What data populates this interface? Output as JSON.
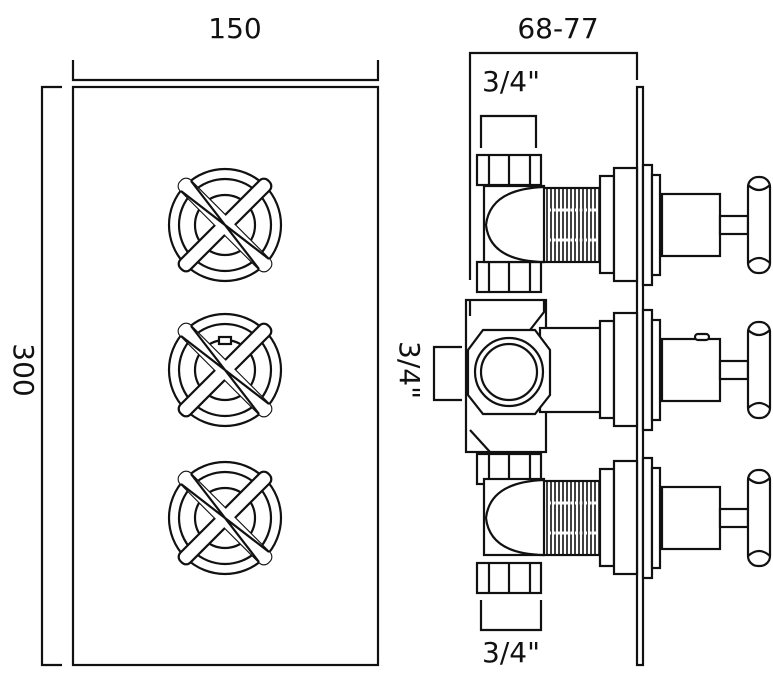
{
  "front_view": {
    "width_label": "150",
    "height_label": "300",
    "handle_count": 3
  },
  "side_view": {
    "depth_label": "68-77",
    "top_outlet_label": "3/4\"",
    "inlet_label": "3/4\"",
    "bottom_outlet_label": "3/4\""
  },
  "colors": {
    "line": "#111111",
    "background": "#ffffff"
  }
}
